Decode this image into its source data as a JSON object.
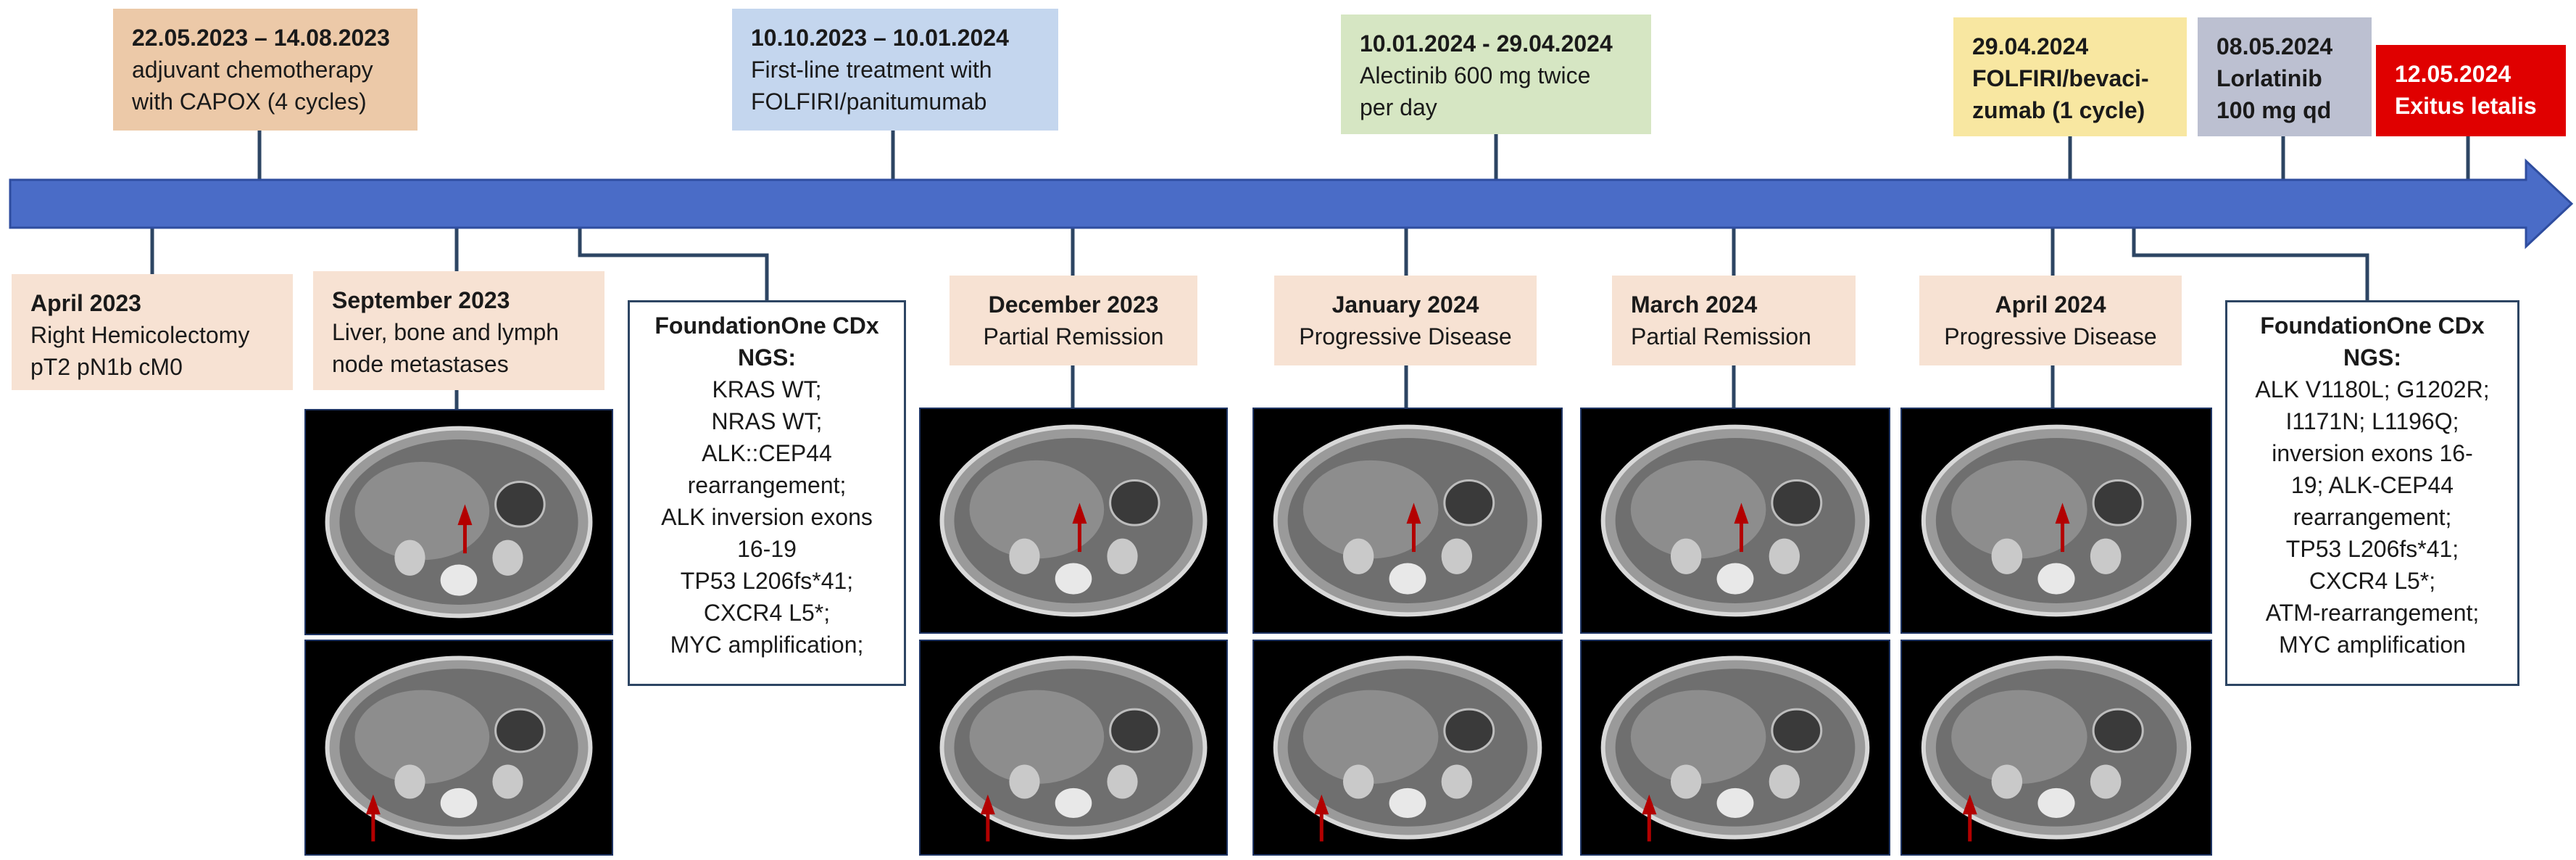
{
  "colors": {
    "arrow": "#4a6cc7",
    "arrow_border": "#2f4d9f",
    "connector": "#2d4563",
    "orange": "#ecc9a8",
    "peach": "#f7e2d3",
    "blue": "#c4d6ee",
    "green": "#d6e6c3",
    "yellow": "#f8e7a1",
    "grey": "#bcc0d1",
    "red": "#e00000",
    "white_text": "#ffffff",
    "marker_arrow": "#b30000"
  },
  "treatments": [
    {
      "title": "22.05.2023 – 14.08.2023",
      "lines": [
        "adjuvant chemotherapy",
        "with CAPOX (4 cycles)"
      ]
    },
    {
      "title": "10.10.2023 –  10.01.2024",
      "lines": [
        "First-line treatment with",
        "FOLFIRI/panitumumab"
      ]
    },
    {
      "title": "10.01.2024 - 29.04.2024",
      "lines": [
        "Alectinib 600 mg twice",
        "per day"
      ]
    },
    {
      "title": "29.04.2024",
      "lines": [
        "FOLFIRI/bevaci-",
        "zumab (1 cycle)"
      ]
    },
    {
      "title": "08.05.2024",
      "lines": [
        "Lorlatinib",
        "100 mg qd"
      ]
    },
    {
      "title": "12.05.2024",
      "lines": [
        "Exitus letalis"
      ]
    }
  ],
  "events": [
    {
      "title": "April 2023",
      "lines": [
        "Right Hemicolectomy",
        "pT2 pN1b cM0"
      ]
    },
    {
      "title": "September 2023",
      "lines": [
        "Liver, bone and lymph",
        "node metastases"
      ]
    },
    {
      "title": "December 2023",
      "lines": [
        "Partial Remission"
      ]
    },
    {
      "title": "January 2024",
      "lines": [
        "Progressive Disease"
      ]
    },
    {
      "title": "March 2024",
      "lines": [
        "Partial Remission"
      ]
    },
    {
      "title": "April 2024",
      "lines": [
        "Progressive Disease"
      ]
    }
  ],
  "ngs": [
    {
      "title": "FoundationOne CDx NGS:",
      "lines": [
        "KRAS WT;",
        "NRAS WT;",
        "ALK::CEP44",
        "rearrangement;",
        "ALK inversion exons",
        "16-19",
        "TP53 L206fs*41;",
        "CXCR4 L5*;",
        "MYC amplification;"
      ]
    },
    {
      "title": "FoundationOne CDx NGS:",
      "lines": [
        "ALK V1180L; G1202R;",
        "I1171N; L1196Q;",
        "inversion exons 16-",
        "19; ALK-CEP44",
        "rearrangement;",
        "TP53 L206fs*41;",
        "CXCR4 L5*;",
        "ATM-rearrangement;",
        "MYC amplification"
      ]
    }
  ]
}
